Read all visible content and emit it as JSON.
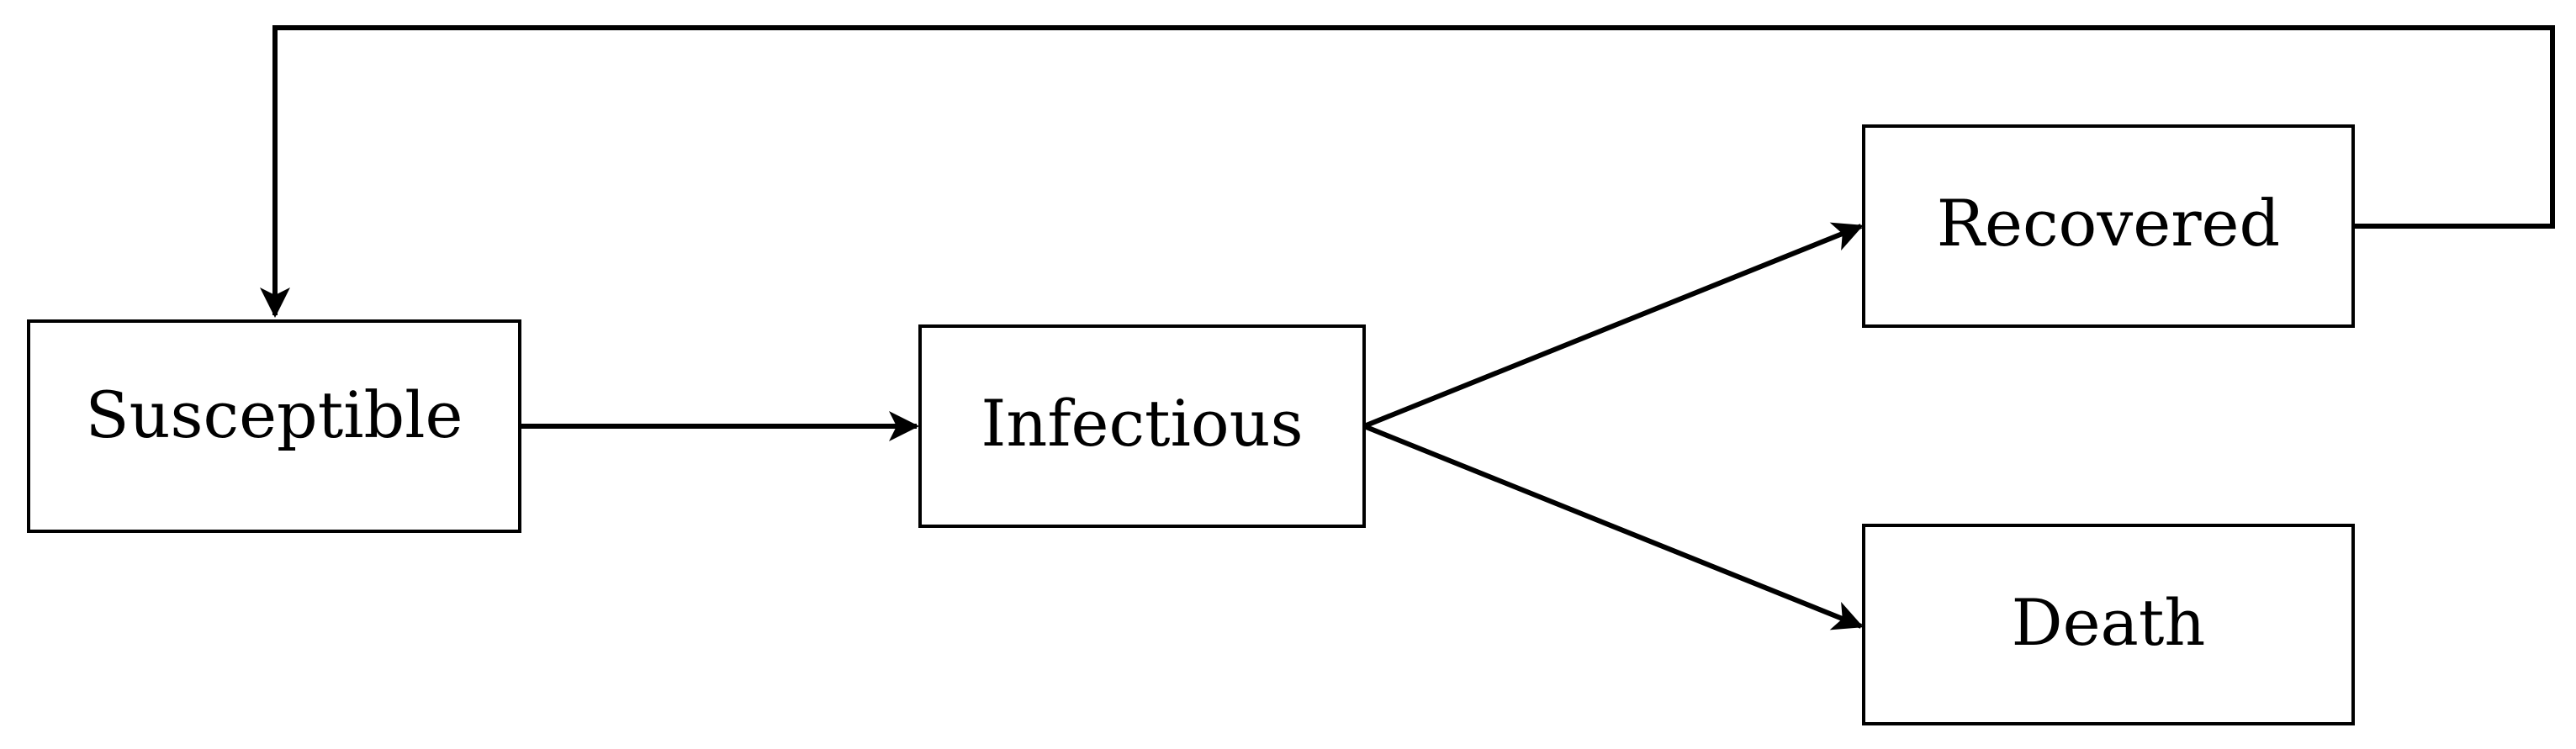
{
  "nodes": {
    "susceptible": {
      "label": "Susceptible"
    },
    "infectious": {
      "label": "Infectious"
    },
    "recovered": {
      "label": "Recovered"
    },
    "death": {
      "label": "Death"
    }
  },
  "edges": [
    {
      "from": "Susceptible",
      "to": "Infectious"
    },
    {
      "from": "Infectious",
      "to": "Recovered"
    },
    {
      "from": "Infectious",
      "to": "Death"
    },
    {
      "from": "Recovered",
      "to": "Susceptible"
    }
  ],
  "colors": {
    "stroke": "#000000",
    "background": "#ffffff"
  }
}
